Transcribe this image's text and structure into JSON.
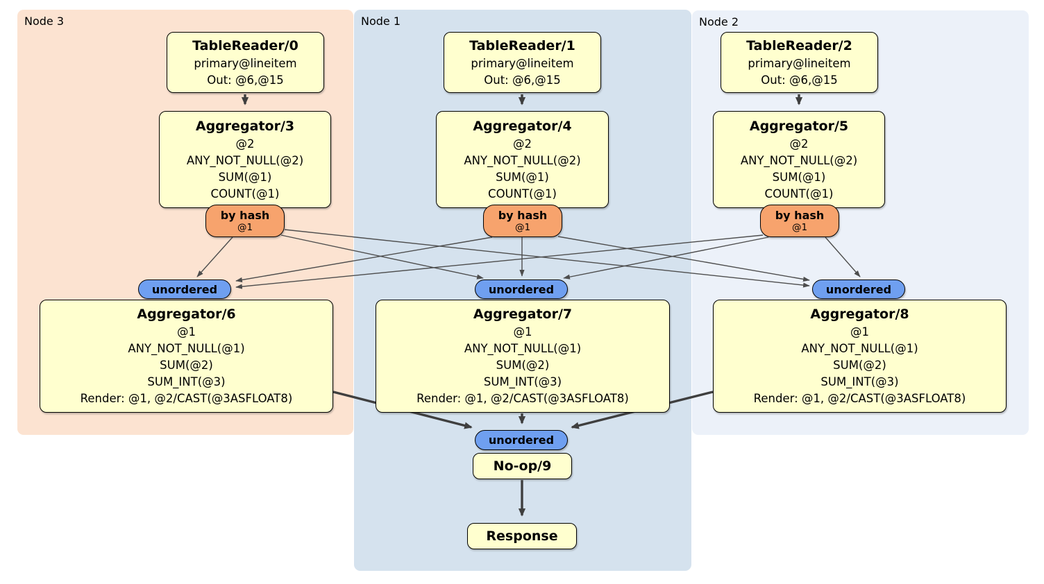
{
  "colors": {
    "node3_region_bg": "#fce3d1",
    "node1_region_bg": "#d5e2ee",
    "node2_region_bg": "#ecf1f9",
    "processor_box_fill": "#ffffcf",
    "processor_box_border": "#000000",
    "hash_router_fill": "#f7a36d",
    "unordered_sync_fill": "#6f9ff0",
    "edge_color": "#444444"
  },
  "regions": [
    {
      "label": "Node 3"
    },
    {
      "label": "Node 1"
    },
    {
      "label": "Node 2"
    }
  ],
  "boxes": [
    {
      "title": "TableReader/0",
      "lines": [
        "primary@lineitem",
        "Out: @6,@15"
      ]
    },
    {
      "title": "TableReader/1",
      "lines": [
        "primary@lineitem",
        "Out: @6,@15"
      ]
    },
    {
      "title": "TableReader/2",
      "lines": [
        "primary@lineitem",
        "Out: @6,@15"
      ]
    },
    {
      "title": "Aggregator/3",
      "lines": [
        "@2",
        "ANY_NOT_NULL(@2)",
        "SUM(@1)",
        "COUNT(@1)"
      ]
    },
    {
      "title": "Aggregator/4",
      "lines": [
        "@2",
        "ANY_NOT_NULL(@2)",
        "SUM(@1)",
        "COUNT(@1)"
      ]
    },
    {
      "title": "Aggregator/5",
      "lines": [
        "@2",
        "ANY_NOT_NULL(@2)",
        "SUM(@1)",
        "COUNT(@1)"
      ]
    },
    {
      "title": "Aggregator/6",
      "lines": [
        "@1",
        "ANY_NOT_NULL(@1)",
        "SUM(@2)",
        "SUM_INT(@3)",
        "Render: @1, @2/CAST(@3ASFLOAT8)"
      ]
    },
    {
      "title": "Aggregator/7",
      "lines": [
        "@1",
        "ANY_NOT_NULL(@1)",
        "SUM(@2)",
        "SUM_INT(@3)",
        "Render: @1, @2/CAST(@3ASFLOAT8)"
      ]
    },
    {
      "title": "Aggregator/8",
      "lines": [
        "@1",
        "ANY_NOT_NULL(@1)",
        "SUM(@2)",
        "SUM_INT(@3)",
        "Render: @1, @2/CAST(@3ASFLOAT8)"
      ]
    },
    {
      "title": "No-op/9",
      "lines": []
    },
    {
      "title": "Response",
      "lines": []
    }
  ],
  "routers": [
    {
      "label": "by hash",
      "detail": "@1"
    },
    {
      "label": "by hash",
      "detail": "@1"
    },
    {
      "label": "by hash",
      "detail": "@1"
    }
  ],
  "syncs": [
    {
      "label": "unordered"
    },
    {
      "label": "unordered"
    },
    {
      "label": "unordered"
    },
    {
      "label": "unordered"
    }
  ],
  "edges": [
    {
      "from": "TableReader/0",
      "to": "Aggregator/3"
    },
    {
      "from": "TableReader/1",
      "to": "Aggregator/4"
    },
    {
      "from": "TableReader/2",
      "to": "Aggregator/5"
    },
    {
      "from": "by hash (Node 3)",
      "to": "unordered (Node 3)"
    },
    {
      "from": "by hash (Node 3)",
      "to": "unordered (Node 1)"
    },
    {
      "from": "by hash (Node 3)",
      "to": "unordered (Node 2)"
    },
    {
      "from": "by hash (Node 1)",
      "to": "unordered (Node 3)"
    },
    {
      "from": "by hash (Node 1)",
      "to": "unordered (Node 1)"
    },
    {
      "from": "by hash (Node 1)",
      "to": "unordered (Node 2)"
    },
    {
      "from": "by hash (Node 2)",
      "to": "unordered (Node 3)"
    },
    {
      "from": "by hash (Node 2)",
      "to": "unordered (Node 1)"
    },
    {
      "from": "by hash (Node 2)",
      "to": "unordered (Node 2)"
    },
    {
      "from": "Aggregator/6",
      "to": "unordered (final)"
    },
    {
      "from": "Aggregator/7",
      "to": "unordered (final)"
    },
    {
      "from": "Aggregator/8",
      "to": "unordered (final)"
    },
    {
      "from": "No-op/9",
      "to": "Response"
    }
  ]
}
